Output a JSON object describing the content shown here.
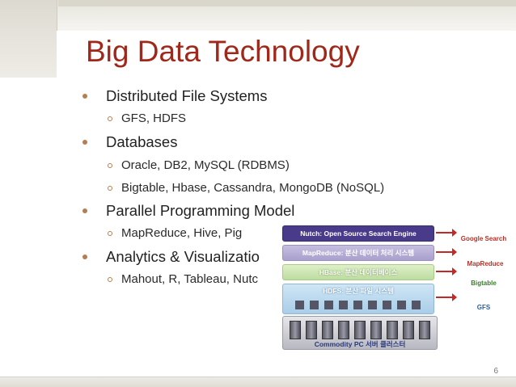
{
  "slide": {
    "title": "Big Data Technology",
    "page_number": "6"
  },
  "bullets": [
    {
      "text": "Distributed File Systems",
      "sub": [
        "GFS, HDFS"
      ]
    },
    {
      "text": "Databases",
      "sub": [
        "Oracle, DB2, MySQL (RDBMS)",
        "Bigtable, Hbase, Cassandra, MongoDB (NoSQL)"
      ]
    },
    {
      "text": "Parallel Programming Model",
      "sub": [
        "MapReduce, Hive, Pig"
      ]
    },
    {
      "text": "Analytics & Visualizatio",
      "sub": [
        "Mahout, R, Tableau, Nutc"
      ]
    }
  ],
  "diagram": {
    "layers": [
      {
        "label": "Nutch: Open Source Search Engine",
        "fill": "#4a3a8a",
        "text_color": "#ffffff"
      },
      {
        "label": "MapReduce: 분산 데이터 처리 시스템",
        "fill": "#b9b0d6",
        "text_color": "#ffffff"
      },
      {
        "label": "HBase: 분산 데이터베이스",
        "fill": "#cfe6b4",
        "text_color": "#ffffff"
      },
      {
        "label": "HDFS: 분산 파일 시스템",
        "fill": "#bcd9ee",
        "text_color": "#ffffff"
      }
    ],
    "cluster_label": "Commodity PC 서버 클러스터",
    "side_labels": [
      {
        "text": "Google Search",
        "color": "#b0342a"
      },
      {
        "text": "MapReduce",
        "color": "#b0342a"
      },
      {
        "text": "Bigtable",
        "color": "#3c7a2e"
      },
      {
        "text": "GFS",
        "color": "#2a5f9e"
      }
    ]
  },
  "colors": {
    "title": "#a0281a",
    "bullet": "#b47e52",
    "arrow": "#c42a23"
  }
}
